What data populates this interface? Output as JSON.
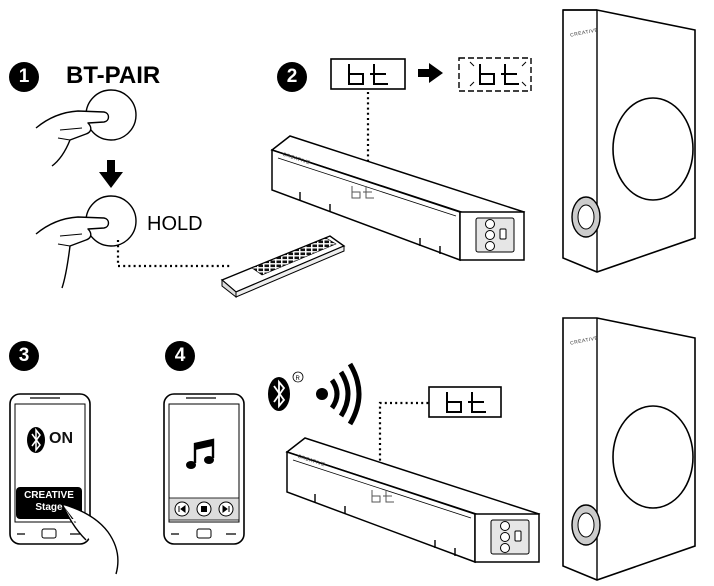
{
  "steps": [
    {
      "number": "1",
      "title": "BT-PAIR",
      "hold_label": "HOLD"
    },
    {
      "number": "2"
    },
    {
      "number": "3",
      "on_label": "ON",
      "app_name_line1": "CREATIVE",
      "app_name_line2": "Stage"
    },
    {
      "number": "4"
    }
  ],
  "brand": "CREATIVE",
  "colors": {
    "ink": "#000000",
    "paper": "#ffffff",
    "panel_gray": "#e6e6e6"
  }
}
